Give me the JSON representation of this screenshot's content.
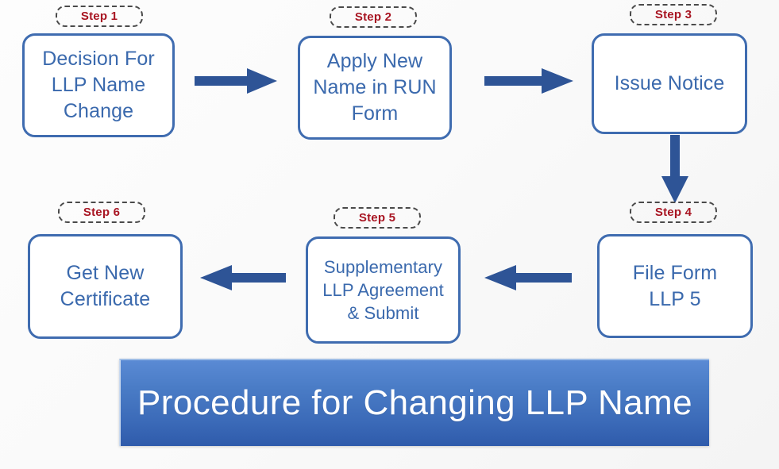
{
  "diagram": {
    "title": "Procedure for Changing LLP Name",
    "background_color": "#fafafa",
    "box_border_color": "#3f6cb0",
    "box_text_color": "#3a69ad",
    "badge_text_color": "#a81522",
    "arrow_color": "#2e5496",
    "banner_color": "#3b6ab8",
    "banner_text_color": "#ffffff",
    "steps": [
      {
        "badge": "Step 1",
        "label": "Decision For\nLLP Name\nChange"
      },
      {
        "badge": "Step 2",
        "label": "Apply New\nName in RUN\nForm"
      },
      {
        "badge": "Step 3",
        "label": "Issue Notice"
      },
      {
        "badge": "Step 4",
        "label": "File Form\nLLP 5"
      },
      {
        "badge": "Step 5",
        "label": "Supplementary\nLLP Agreement\n& Submit"
      },
      {
        "badge": "Step 6",
        "label": "Get New\nCertificate"
      }
    ],
    "connectors": [
      {
        "name": "arrow-step1-to-step2",
        "direction": "right"
      },
      {
        "name": "arrow-step2-to-step3",
        "direction": "right"
      },
      {
        "name": "arrow-step3-to-step4",
        "direction": "down"
      },
      {
        "name": "arrow-step4-to-step5",
        "direction": "left"
      },
      {
        "name": "arrow-step5-to-step6",
        "direction": "left"
      }
    ]
  }
}
